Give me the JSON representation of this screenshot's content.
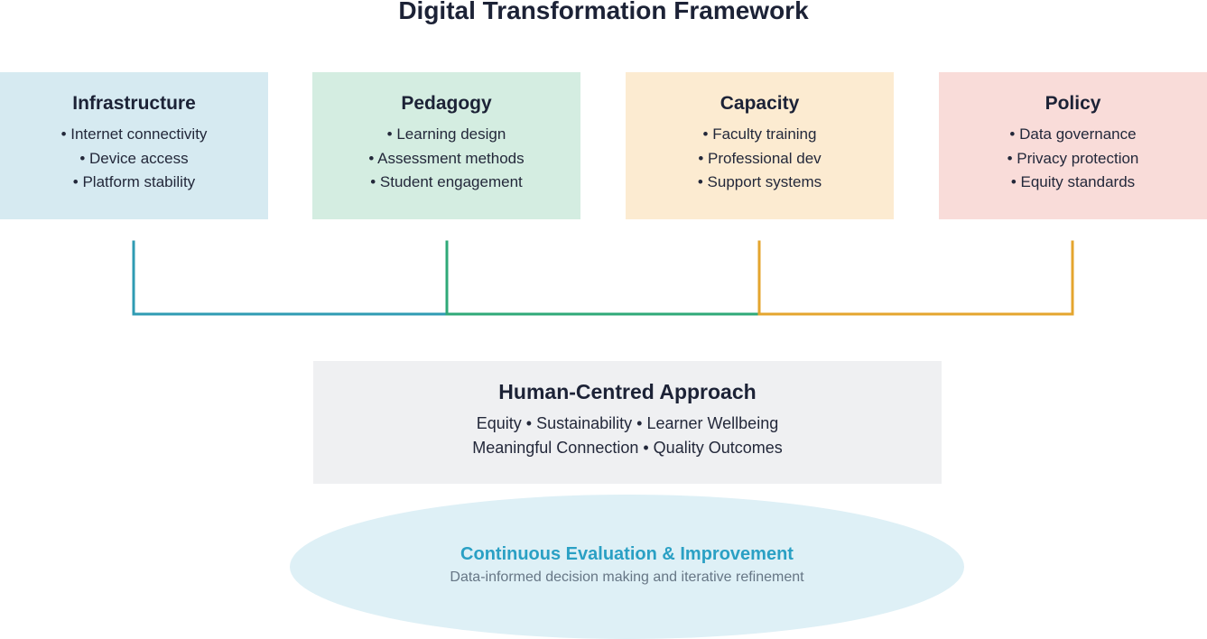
{
  "title": "Digital Transformation Framework",
  "pillars": [
    {
      "title": "Infrastructure",
      "items": [
        "• Internet connectivity",
        "• Device access",
        "• Platform stability"
      ],
      "fill": "#d6eaf1",
      "line_color": "#2f9bb3"
    },
    {
      "title": "Pedagogy",
      "items": [
        "• Learning design",
        "• Assessment methods",
        "• Student engagement"
      ],
      "fill": "#d4ede1",
      "line_color": "#2fa978"
    },
    {
      "title": "Capacity",
      "items": [
        "• Faculty training",
        "• Professional dev",
        "• Support systems"
      ],
      "fill": "#fcebd1",
      "line_color": "#e4a52e"
    },
    {
      "title": "Policy",
      "items": [
        "• Data governance",
        "• Privacy protection",
        "• Equity standards"
      ],
      "fill": "#f9dcd9",
      "line_color": "#e4a52e"
    }
  ],
  "approach": {
    "title": "Human-Centred Approach",
    "lines": [
      "Equity • Sustainability • Learner Wellbeing",
      "Meaningful Connection • Quality Outcomes"
    ]
  },
  "evaluation": {
    "title": "Continuous Evaluation & Improvement",
    "subtitle": "Data-informed decision making and iterative refinement"
  },
  "colors": {
    "title_text": "#1c2236",
    "approach_fill": "#eff0f2",
    "evaluation_fill": "#def0f6",
    "evaluation_title": "#2aa0c4",
    "evaluation_subtitle": "#667685"
  }
}
